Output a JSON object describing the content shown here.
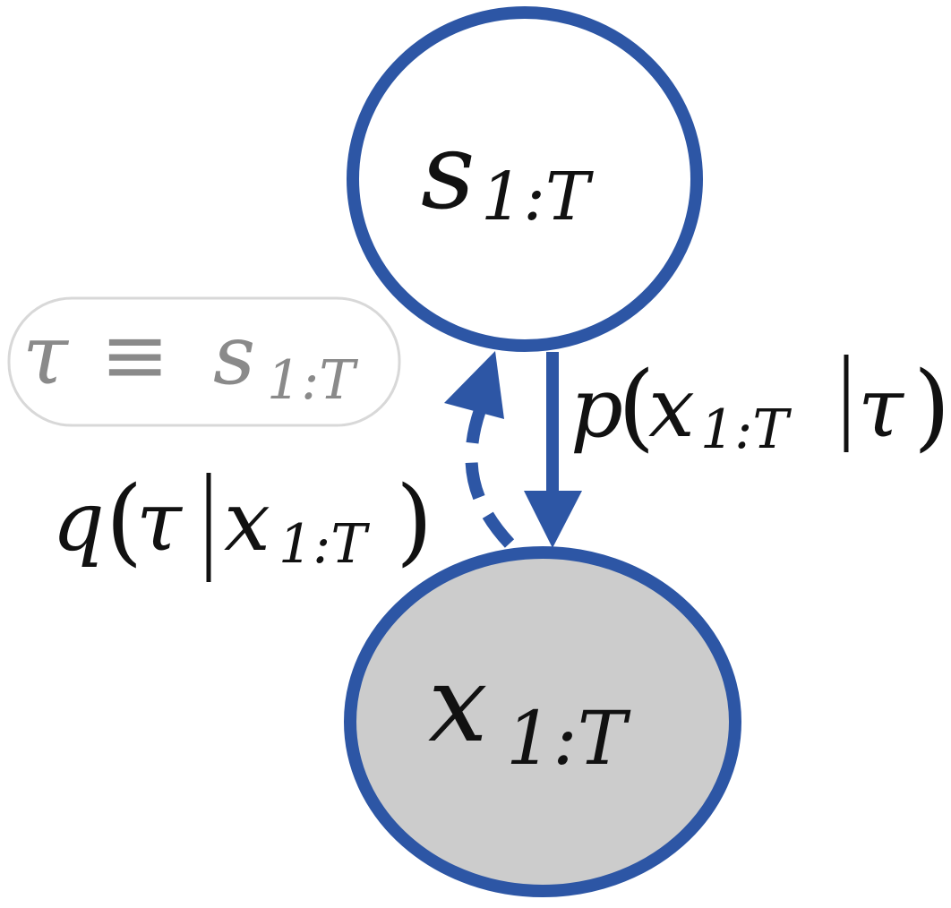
{
  "diagram": {
    "colors": {
      "edge": "#2d56a5",
      "observed_fill": "#cccccc",
      "latent_fill": "#ffffff",
      "text": "#111111",
      "note_text": "#8a8a8a",
      "note_border": "#d8d8d8"
    },
    "nodes": {
      "latent": {
        "symbol": "s",
        "subscript": "1:T",
        "observed": false
      },
      "observed": {
        "symbol": "x",
        "subscript": "1:T",
        "observed": true
      }
    },
    "edges": {
      "generative": {
        "style": "solid",
        "from": "latent",
        "to": "observed",
        "label": {
          "func": "p",
          "arg": "x",
          "arg_sub": "1:T",
          "cond": "τ"
        }
      },
      "inference": {
        "style": "dashed",
        "from": "observed",
        "to": "latent",
        "label": {
          "func": "q",
          "arg": "τ",
          "cond": "x",
          "cond_sub": "1:T"
        }
      }
    },
    "note": {
      "lhs": "τ",
      "relation": "≡",
      "rhs": "s",
      "rhs_sub": "1:T"
    }
  }
}
